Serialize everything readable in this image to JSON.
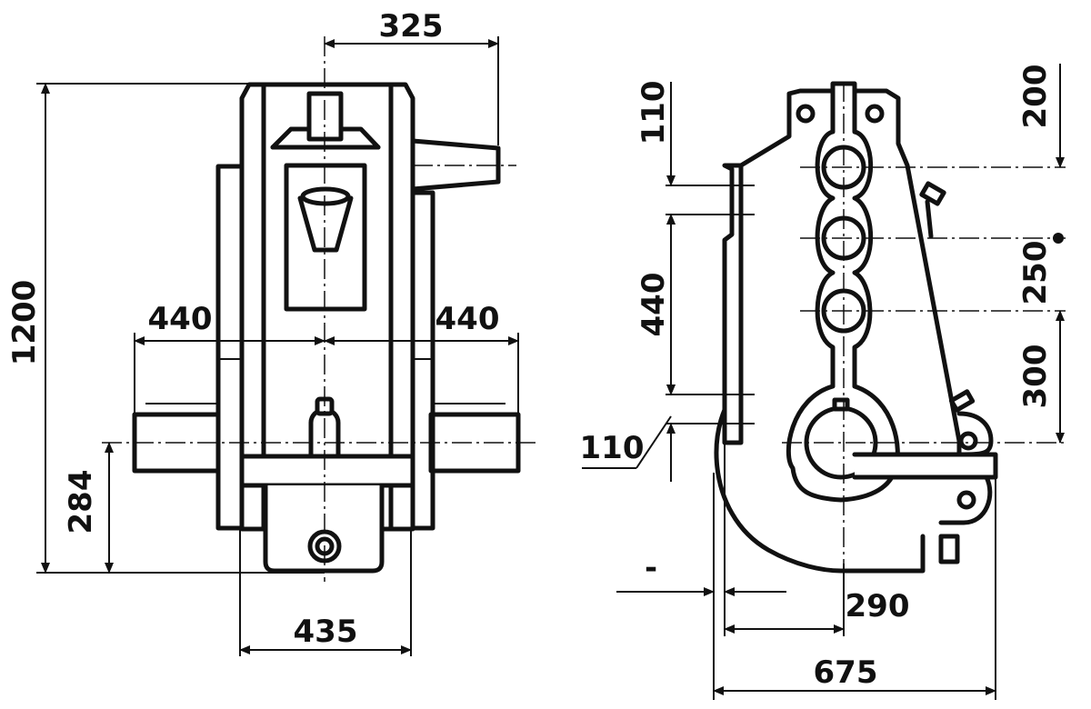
{
  "front_view": {
    "dims": {
      "top_offset": "325",
      "height": "1200",
      "left_arm": "440",
      "right_arm": "440",
      "shaft_height": "284",
      "base_width": "435"
    }
  },
  "side_view": {
    "dims": {
      "top_left_gap": "110",
      "left_span": "440",
      "lower_left_gap": "110",
      "top_right": "200",
      "mid_right": "250",
      "lower_right": "300",
      "base_offset": "290",
      "overall_width": "675",
      "small_offset": "-"
    }
  }
}
